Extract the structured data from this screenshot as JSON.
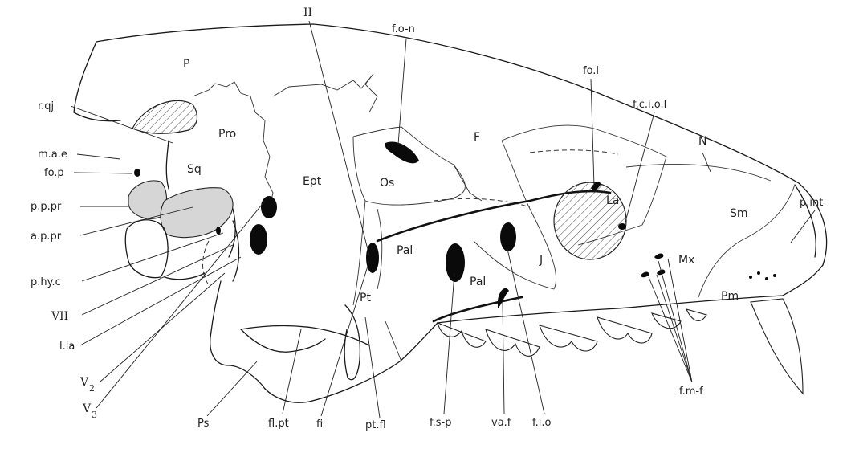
{
  "figure": {
    "bones": {
      "P": "P",
      "Pro": "Pro",
      "Sq": "Sq",
      "Ept": "Ept",
      "Os": "Os",
      "F": "F",
      "Pal_upper": "Pal",
      "Pal_lower": "Pal",
      "Pt": "Pt",
      "J": "J",
      "La": "La",
      "Mx": "Mx",
      "Sm": "Sm",
      "Pm": "Pm",
      "N": "N",
      "Ps": "Ps"
    },
    "callouts": {
      "r_qj": "r.qj",
      "m_a_e": "m.a.e",
      "fo_p": "fo.p",
      "p_p_pr": "p.p.pr",
      "a_p_pr": "a.p.pr",
      "p_hy_c": "p.hy.c",
      "VII": "VII",
      "l_la": "l.la",
      "V2": "V",
      "V2_sub": "2",
      "V3": "V",
      "V3_sub": "3",
      "II": "II",
      "f_o_n": "f.o-n",
      "fo_l": "fo.l",
      "f_c_i_o_l": "f.c.i.o.l",
      "p_int": "p.int",
      "Ps": "Ps",
      "fl_pt": "fl.pt",
      "fi": "fi",
      "pt_fl": "pt.fl",
      "f_s_p": "f.s-p",
      "va_f": "va.f",
      "f_i_o": "f.i.o",
      "f_m_f": "f.m-f"
    },
    "colors": {
      "ink": "#1a1a1a",
      "stipple": "#d6d6d6",
      "background": "#ffffff"
    }
  }
}
